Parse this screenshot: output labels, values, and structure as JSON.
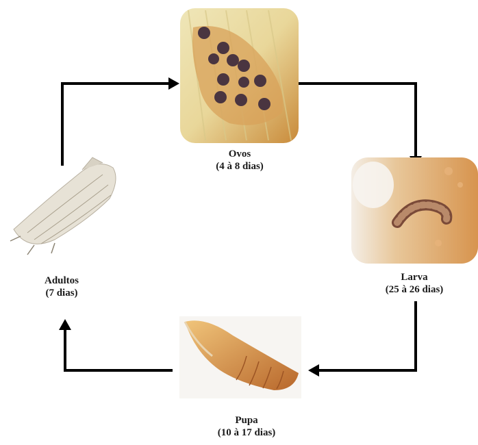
{
  "stages": {
    "eggs": {
      "name": "Ovos",
      "duration": "(4 à 8 dias)"
    },
    "larva": {
      "name": "Larva",
      "duration": "(25 à 26 dias)"
    },
    "pupa": {
      "name": "Pupa",
      "duration": "(10 à 17 dias)"
    },
    "adults": {
      "name": "Adultos",
      "duration": "(7 dias)"
    }
  },
  "colors": {
    "arrow": "#000000",
    "text": "#1a1a1a"
  },
  "illustrations": {
    "eggs": "egg-cluster-on-leaf-photo",
    "larva": "larva-in-grain-photo",
    "pupa": "pupa-photo",
    "adults": "moth-photo"
  }
}
